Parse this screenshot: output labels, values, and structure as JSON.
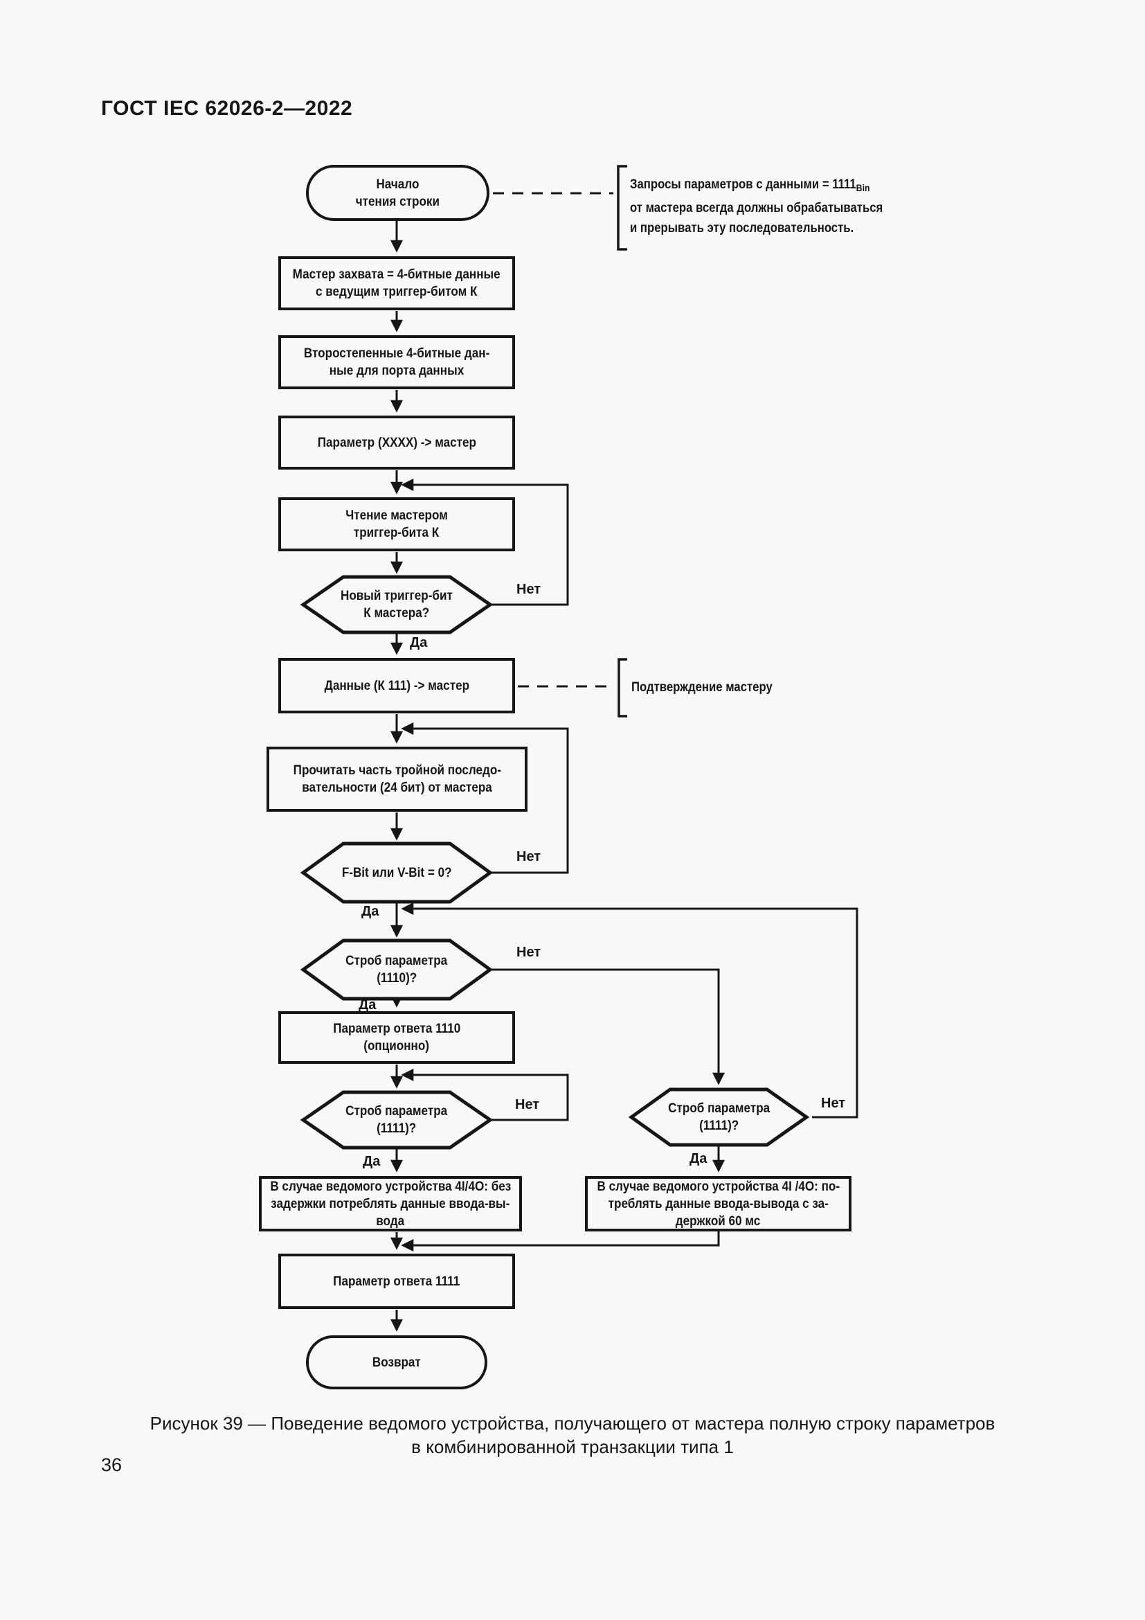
{
  "header": "ГОСТ IEC 62026-2—2022",
  "page_number": "36",
  "caption": [
    "Рисунок 39 — Поведение ведомого устройства, получающего от мастера полную строку параметров",
    "в комбинированной транзакции типа 1"
  ],
  "labels": {
    "yes": "Да",
    "no": "Нет"
  },
  "annotations": {
    "start_note": {
      "line1": "Запросы параметров с данными = 1111",
      "line1_sub": "Bin",
      "line2": "от мастера всегда должны обрабатываться",
      "line3": "и прерывать эту последовательность."
    },
    "ack_note": "Подтверждение мастеру"
  },
  "nodes": {
    "start": [
      "Начало",
      "чтения строки"
    ],
    "master_capture": [
      "Мастер захвата = 4-битные данные",
      "с ведущим триггер-битом К"
    ],
    "secondary_data": [
      "Второстепенные 4-битные дан-",
      "ные для порта данных"
    ],
    "param_to_master": [
      "Параметр (XXXX) -> мастер"
    ],
    "master_read": [
      "Чтение мастером",
      "триггер-бита К"
    ],
    "new_trigger_bit": [
      "Новый триггер-бит",
      "К мастера?"
    ],
    "data_to_master": [
      "Данные (К 111) -> мастер"
    ],
    "read_triple": [
      "Прочитать часть тройной последо-",
      "вательности (24 бит) от мастера"
    ],
    "fbit_vbit": [
      "F-Bit или V-Bit = 0?"
    ],
    "strobe_1110": [
      "Строб параметра",
      "(1110)?"
    ],
    "param_resp_1110": [
      "Параметр ответа 1110",
      "(опционно)"
    ],
    "strobe_1111_left": [
      "Строб параметра",
      "(1111)?"
    ],
    "strobe_1111_right": [
      "Строб параметра",
      "(1111)?"
    ],
    "slave_no_delay": [
      "В случае ведомого устройства 4I/4O: без",
      "задержки потреблять данные ввода-вы-",
      "вода"
    ],
    "slave_delay": [
      "В случае ведомого устройства 4I /4O: по-",
      "треблять данные ввода-вывода с за-",
      "держкой 60 мс"
    ],
    "param_resp_1111": [
      "Параметр ответа 1111"
    ],
    "end": [
      "Возврат"
    ]
  }
}
